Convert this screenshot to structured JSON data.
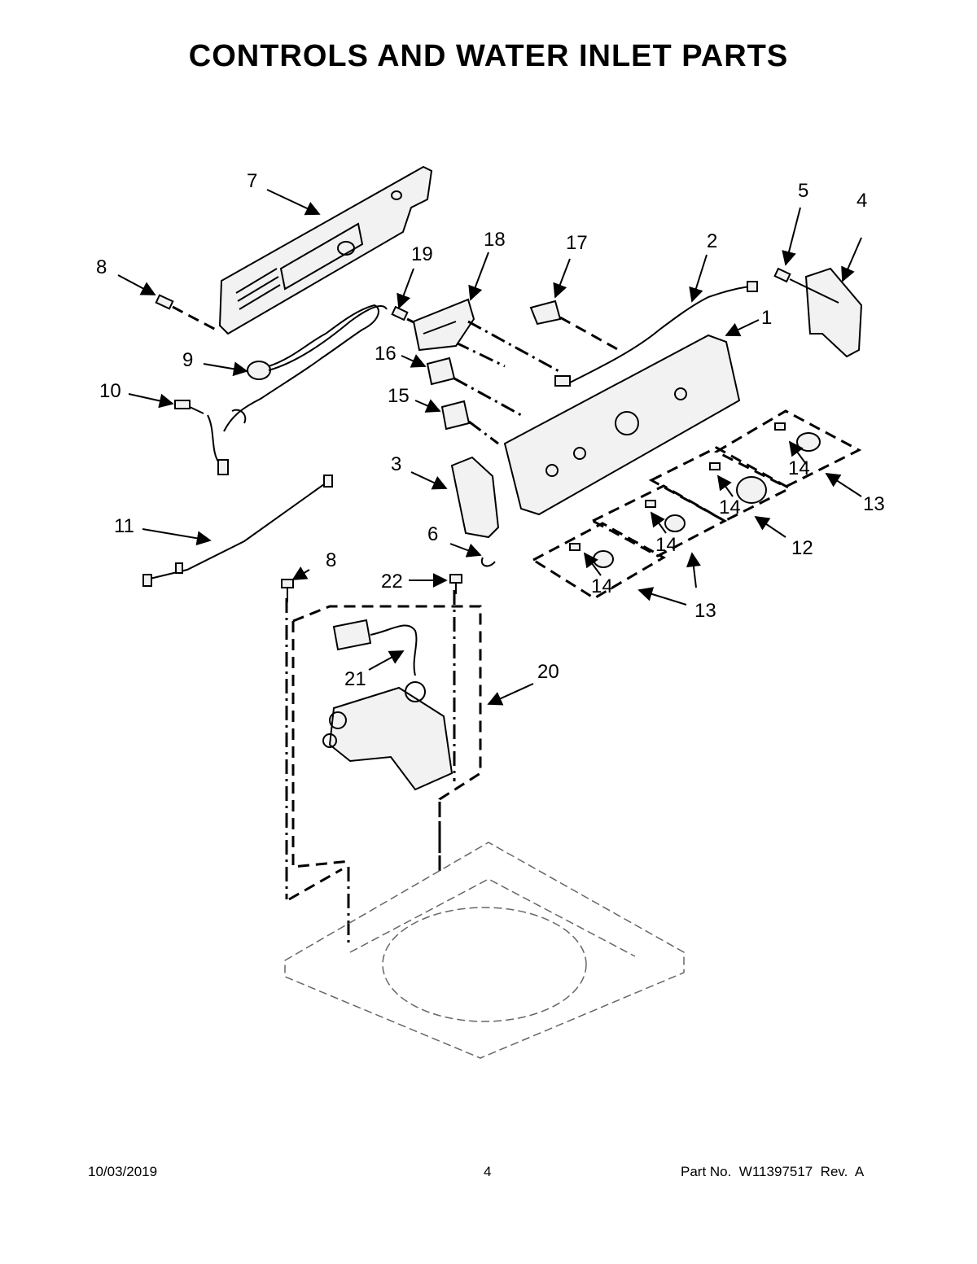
{
  "title": "CONTROLS AND WATER INLET PARTS",
  "footer": {
    "date": "10/03/2019",
    "page": "4",
    "part_number": "Part No.  W11397517  Rev.  A"
  },
  "callouts": {
    "c1": "1",
    "c2": "2",
    "c3": "3",
    "c4": "4",
    "c5": "5",
    "c6": "6",
    "c7": "7",
    "c8a": "8",
    "c8b": "8",
    "c9": "9",
    "c10": "10",
    "c11": "11",
    "c12": "12",
    "c13a": "13",
    "c13b": "13",
    "c14a": "14",
    "c14b": "14",
    "c14c": "14",
    "c14d": "14",
    "c15": "15",
    "c16": "16",
    "c17": "17",
    "c18": "18",
    "c19": "19",
    "c20": "20",
    "c21": "21",
    "c22": "22"
  }
}
